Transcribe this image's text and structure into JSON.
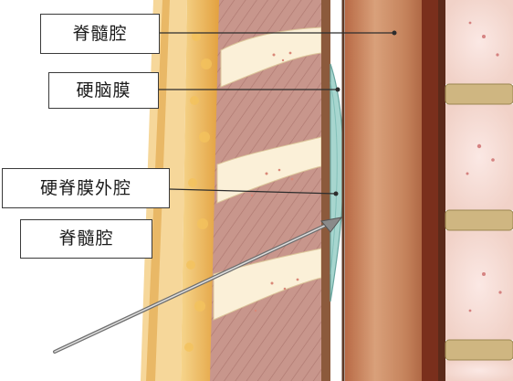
{
  "labels": {
    "spinal_canal_top": "脊髓腔",
    "dura_mater": "硬脑膜",
    "epidural_space": "硬脊膜外腔",
    "spinal_canal_bottom": "脊髓腔"
  },
  "colors": {
    "skin": "#f2c46a",
    "fat": "#e7a640",
    "muscle": "#c9968e",
    "bone": "#fbf1dc",
    "epidural_fluid": "#a7d6cf",
    "spinal_cord": "#c9855f",
    "vertebra": "#f7e6df",
    "disc": "#cfb681"
  }
}
